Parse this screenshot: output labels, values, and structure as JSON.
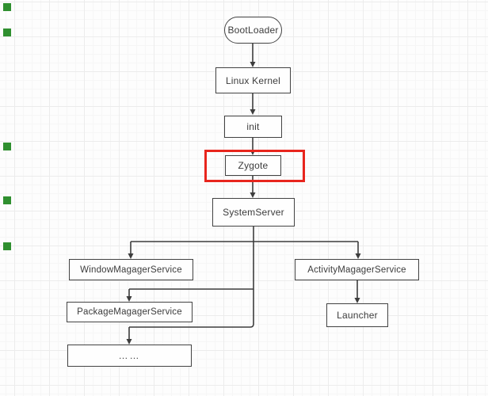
{
  "diagram": {
    "title_meaning": "Android system boot flowchart",
    "stroke_color": "#3d3d3d",
    "highlight_color": "#e8251d",
    "highlighted_node": "Zygote",
    "nodes": {
      "bootloader": {
        "label": "BootLoader",
        "shape": "stadium"
      },
      "linux_kernel": {
        "label": "Linux Kernel",
        "shape": "rect"
      },
      "init": {
        "label": "init",
        "shape": "rect"
      },
      "zygote": {
        "label": "Zygote",
        "shape": "rect"
      },
      "system_server": {
        "label": "SystemServer",
        "shape": "rect"
      },
      "window_manager": {
        "label": "WindowMagagerService",
        "shape": "rect"
      },
      "package_manager": {
        "label": "PackageMagagerService",
        "shape": "rect"
      },
      "more": {
        "label": "……",
        "shape": "rect"
      },
      "activity_manager": {
        "label": "ActivityMagagerService",
        "shape": "rect"
      },
      "launcher": {
        "label": "Launcher",
        "shape": "rect"
      }
    },
    "edges": [
      {
        "from": "BootLoader",
        "to": "Linux Kernel"
      },
      {
        "from": "Linux Kernel",
        "to": "init"
      },
      {
        "from": "init",
        "to": "Zygote"
      },
      {
        "from": "Zygote",
        "to": "SystemServer"
      },
      {
        "from": "SystemServer",
        "to": "WindowMagagerService"
      },
      {
        "from": "SystemServer",
        "to": "ActivityMagagerService"
      },
      {
        "from": "SystemServer",
        "to": "PackageMagagerService"
      },
      {
        "from": "SystemServer",
        "to": "……"
      },
      {
        "from": "ActivityMagagerService",
        "to": "Launcher"
      }
    ],
    "edge_markers": {
      "color": "#2f8f2f",
      "y_positions": [
        4,
        36,
        180,
        248,
        306
      ]
    }
  }
}
